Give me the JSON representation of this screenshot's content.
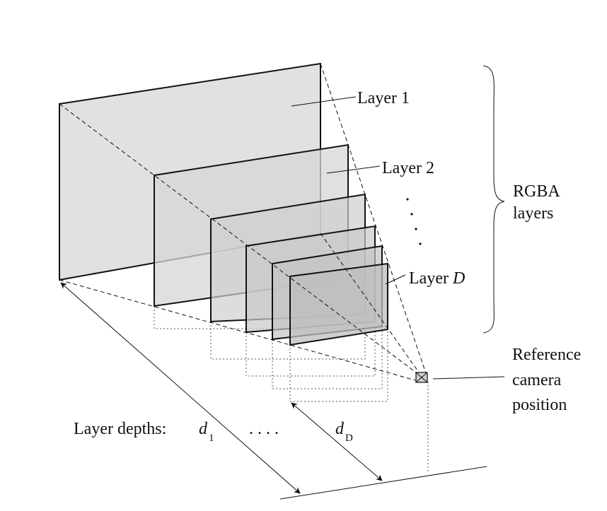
{
  "labels": {
    "layer1": "Layer 1",
    "layer2": "Layer 2",
    "layerD_prefix": "Layer ",
    "layerD_var": "D",
    "rgba_line1": "RGBA",
    "rgba_line2": "layers",
    "camera_line1": "Reference",
    "camera_line2": "camera",
    "camera_line3": "position",
    "depths_label": "Layer depths:",
    "d1_var": "d",
    "d1_sub": "1",
    "dots": ". . . .",
    "dD_var": "d",
    "dD_sub": "D",
    "vdots": ". . . ."
  },
  "colors": {
    "layer_fill": "#dcdcdc",
    "stroke": "#111111"
  }
}
